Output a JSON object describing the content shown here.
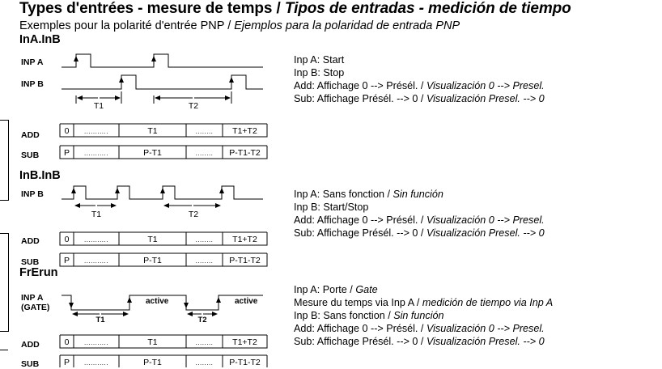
{
  "header": {
    "title_fr": "Types d'entrées - mesure de temps / ",
    "title_es": "Tipos de entradas - medición de tiempo",
    "subtitle_fr": "Exemples pour la polarité d'entrée PNP / ",
    "subtitle_es": "Ejemplos para la polaridad de entrada PNP"
  },
  "sections": [
    {
      "name": "InA.InB",
      "signals": {
        "inp_a": "INP A",
        "inp_b": "INP B",
        "t1": "T1",
        "t2": "T2"
      },
      "desc": [
        {
          "fr": "Inp A: Start",
          "es": ""
        },
        {
          "fr": "Inp B: Stop",
          "es": ""
        },
        {
          "fr": "Add: Affichage 0 --> Présél. / ",
          "es": "Visualización 0 --> Presel."
        },
        {
          "fr": "Sub: Affichage Présél. --> 0 / ",
          "es": "Visualización Presel. --> 0"
        }
      ]
    },
    {
      "name": "InB.InB",
      "signals": {
        "inp_b": "INP B",
        "t1": "T1",
        "t2": "T2"
      },
      "desc": [
        {
          "fr": "Inp A: Sans fonction / ",
          "es": "Sin función"
        },
        {
          "fr": "Inp B: Start/Stop",
          "es": ""
        },
        {
          "fr": "Add: Affichage 0 --> Présél. / ",
          "es": "Visualización 0 --> Presel."
        },
        {
          "fr": "Sub: Affichage Présél. --> 0 / ",
          "es": "Visualización Presel. --> 0"
        }
      ]
    },
    {
      "name": "FrErun",
      "signals": {
        "inp_a": "INP A",
        "gate": "(GATE)",
        "t1": "T1",
        "t2": "T2",
        "active": "active"
      },
      "desc": [
        {
          "fr": "Inp A: Porte / ",
          "es": "Gate"
        },
        {
          "fr": "Mesure du temps via Inp A / ",
          "es": "medición de tiempo via Inp A"
        },
        {
          "fr": "Inp B: Sans fonction / ",
          "es": "Sin función"
        },
        {
          "fr": "Add: Affichage 0 --> Présél. / ",
          "es": "Visualización 0 --> Presel."
        },
        {
          "fr": "Sub: Affichage Présél. --> 0 / ",
          "es": "Visualización Presel. --> 0"
        }
      ]
    }
  ],
  "rows": {
    "add_label": "ADD",
    "sub_label": "SUB",
    "add_cells": [
      "0",
      "...........",
      "T1",
      "........",
      "T1+T2"
    ],
    "sub_cells": [
      "P",
      "...........",
      "P-T1",
      "........",
      "P-T1-T2"
    ]
  }
}
